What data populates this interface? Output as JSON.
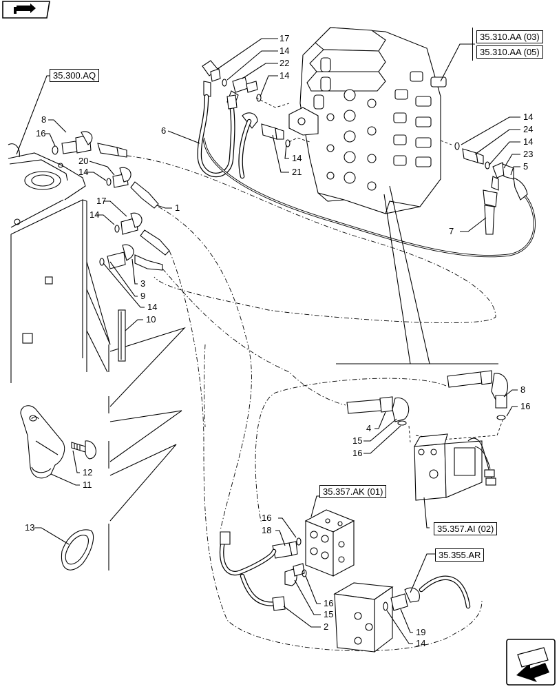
{
  "references": {
    "ref_300_aq": "35.300.AQ",
    "ref_310_aa_03": "35.310.AA (03)",
    "ref_310_aa_05": "35.310.AA (05)",
    "ref_357_ak_01": "35.357.AK (01)",
    "ref_357_ai_02": "35.357.AI (02)",
    "ref_355_ar": "35.355.AR"
  },
  "callouts": {
    "c17a": "17",
    "c14a": "14",
    "c22": "22",
    "c14b": "14",
    "c6": "6",
    "c21": "21",
    "c14c": "14",
    "c14d": "14",
    "c24": "24",
    "c14e": "14",
    "c23": "23",
    "c5": "5",
    "c7": "7",
    "c8a": "8",
    "c16a": "16",
    "c20": "20",
    "c14f": "14",
    "c1": "1",
    "c17b": "17",
    "c14g": "14",
    "c3": "3",
    "c9": "9",
    "c14h": "14",
    "c10": "10",
    "c12": "12",
    "c11": "11",
    "c13": "13",
    "c8b": "8",
    "c16b": "16",
    "c4": "4",
    "c15a": "15",
    "c16c": "16",
    "c16d": "16",
    "c18": "18",
    "c16e": "16",
    "c15b": "15",
    "c2": "2",
    "c19": "19",
    "c14i": "14"
  }
}
